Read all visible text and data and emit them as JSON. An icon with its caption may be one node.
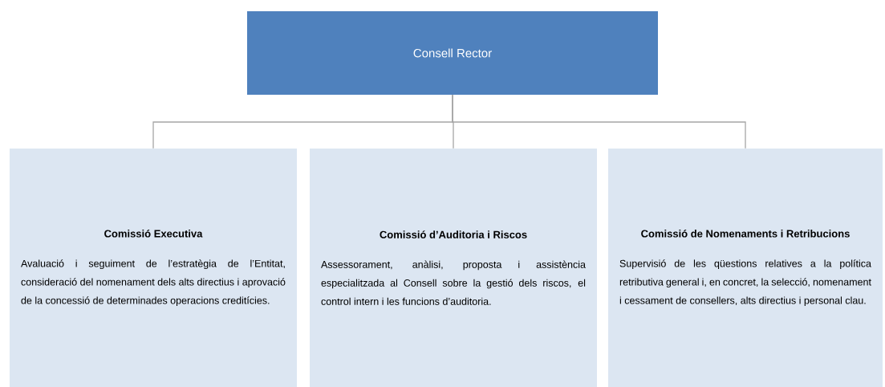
{
  "diagram": {
    "nodes": [
      {
        "text": [
          "Consell Rector"
        ]
      },
      {
        "text": [
          "Comissió Executiva",
          "Avaluació i seguiment de l’estratègia de l’Entitat, consideració del nomenament dels alts directius i aprovació de la concessió de determinades operacions creditícies."
        ]
      },
      {
        "text": [
          "Comissió d’Auditoria i Riscos",
          "Assessorament, anàlisi, proposta i assistència especialitzada al Consell sobre la gestió dels riscos, el control intern i les funcions d’auditoria."
        ]
      },
      {
        "text": [
          "Comissió de Nomenaments i Retribucions",
          "Supervisió de les qüestions relatives a la política retributiva general i, en concret, la selecció, nomenament i cessament de consellers, alts directius i personal clau."
        ]
      }
    ],
    "edges": [
      {
        "from": 0,
        "to": 1,
        "arrow": "none"
      },
      {
        "from": 0,
        "to": 2,
        "arrow": "none"
      },
      {
        "from": 0,
        "to": 3,
        "arrow": "none"
      }
    ]
  }
}
